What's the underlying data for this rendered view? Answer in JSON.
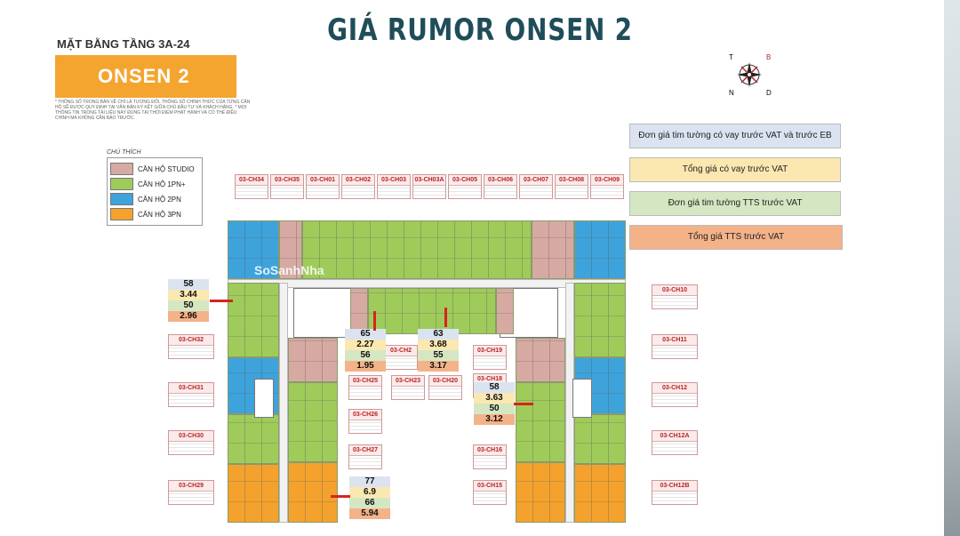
{
  "slide_title": "GIÁ RUMOR ONSEN 2",
  "header_subtitle": "MẶT BẰNG TẦNG 3A-24",
  "onsen_label": "ONSEN 2",
  "notes": "* THÔNG SỐ TRONG BẢN VẼ CHỈ LÀ TƯƠNG ĐỐI, THÔNG SỐ CHÍNH THỨC CỦA TỪNG CĂN HỘ SẼ ĐƯỢC QUY ĐỊNH TẠI VĂN BẢN KÝ KẾT GIỮA CHỦ ĐẦU TƯ VÀ KHÁCH HÀNG. * MỌI THÔNG TIN TRONG TÀI LIỆU NÀY ĐÚNG TẠI THỜI ĐIỂM PHÁT HÀNH VÀ CÓ THỂ ĐIỀU CHỈNH MÀ KHÔNG CẦN BÁO TRƯỚC.",
  "compass": {
    "t": "T",
    "b": "B",
    "n": "N",
    "d": "D"
  },
  "legend": {
    "title": "CHÚ THÍCH",
    "items": [
      {
        "label": "CĂN HỘ STUDIO",
        "color": "#d6aaa3"
      },
      {
        "label": "CĂN HỘ 1PN+",
        "color": "#9fcb5a"
      },
      {
        "label": "CĂN HỘ 2PN",
        "color": "#3ea3db"
      },
      {
        "label": "CĂN HỘ 3PN",
        "color": "#f4a22d"
      }
    ]
  },
  "price_key": [
    {
      "label": "Đơn giá tim tường có vay trước VAT và trước EB",
      "color": "#dbe3f0"
    },
    {
      "label": "Tổng giá có vay trước VAT",
      "color": "#fbe8b0"
    },
    {
      "label": "Đơn giá tim tường TTS trước VAT",
      "color": "#d4e7c2"
    },
    {
      "label": "Tổng giá TTS trước VAT",
      "color": "#f4b289"
    }
  ],
  "top_units": [
    "03-CH34",
    "03-CH35",
    "03-CH01",
    "03-CH02",
    "03-CH03",
    "03-CH03A",
    "03-CH05",
    "03-CH06",
    "03-CH07",
    "03-CH08",
    "03-CH09"
  ],
  "left_units": [
    "03-CH32",
    "03-CH31",
    "03-CH30",
    "03-CH29"
  ],
  "right_units": [
    "03-CH10",
    "03-CH11",
    "03-CH12",
    "03-CH12A",
    "03-CH12B"
  ],
  "inner_units": [
    "03-CH2",
    "03-CH19",
    "03-CH18",
    "03-CH25",
    "03-CH23",
    "03-CH20",
    "03-CH26",
    "03-CH16",
    "03-CH27",
    "03-CH15"
  ],
  "price_stacks": [
    {
      "values": [
        "58",
        "3.44",
        "50",
        "2.96"
      ]
    },
    {
      "values": [
        "65",
        "2.27",
        "56",
        "1.95"
      ]
    },
    {
      "values": [
        "63",
        "3.68",
        "55",
        "3.17"
      ]
    },
    {
      "values": [
        "58",
        "3.63",
        "50",
        "3.12"
      ]
    },
    {
      "values": [
        "77",
        "6.9",
        "66",
        "5.94"
      ]
    }
  ],
  "watermark": "SoSanhNha"
}
